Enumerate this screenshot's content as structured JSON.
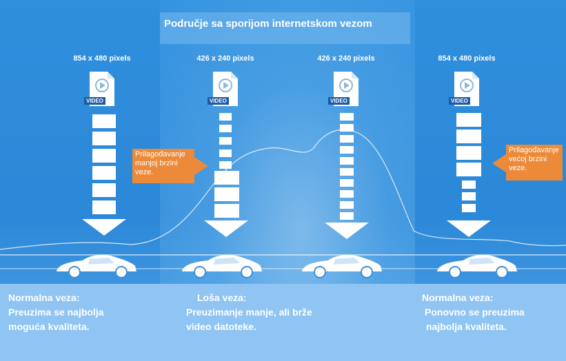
{
  "title": "Područje sa sporijom internetskom vezom",
  "columns": [
    {
      "resolution": "854 x 480 pixels",
      "file_badge": "VIDEO",
      "icon": "video-file-icon",
      "segments": "large"
    },
    {
      "resolution": "426 x 240 pixels",
      "file_badge": "VIDEO",
      "icon": "video-file-icon",
      "segments": "small"
    },
    {
      "resolution": "426 x 240 pixels",
      "file_badge": "VIDEO",
      "icon": "video-file-icon",
      "segments": "small"
    },
    {
      "resolution": "854 x 480 pixels",
      "file_badge": "VIDEO",
      "icon": "video-file-icon",
      "segments": "large"
    }
  ],
  "notes": [
    {
      "lines": [
        "Prilagođavanje",
        "manjoj brzini",
        "veze."
      ]
    },
    {
      "lines": [
        "Prilagođavanje",
        "većoj brzini",
        "veze."
      ]
    }
  ],
  "captions": [
    {
      "heading": "Normalna veza:",
      "lines": [
        "Preuzima se najbolja",
        "moguća kvaliteta."
      ]
    },
    {
      "heading": "Loša veza:",
      "lines": [
        "Preuzimanje manje, ali brže",
        "video datoteke."
      ]
    },
    {
      "heading": "Normalna veza:",
      "lines": [
        "Ponovno se preuzima",
        "najbolja kvaliteta."
      ]
    }
  ],
  "colors": {
    "background": "#2f8fdd",
    "accent_note": "#ec8a3a",
    "bottom_band": "#8fc4f3"
  }
}
